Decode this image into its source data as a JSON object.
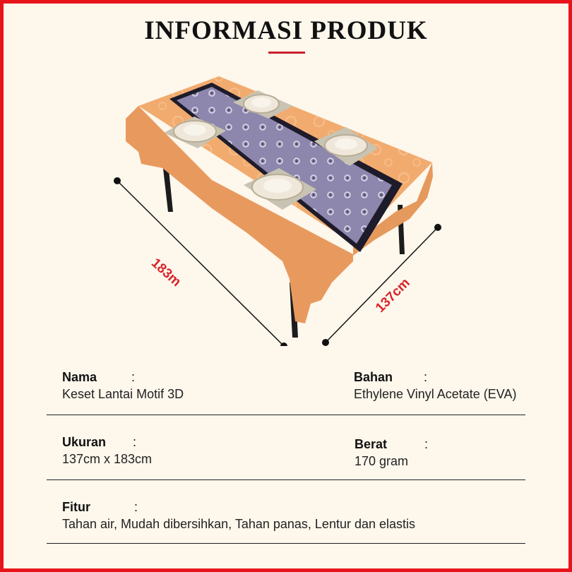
{
  "header": {
    "title": "INFORMASI PRODUK"
  },
  "dimensions": {
    "length": "183m",
    "width": "137cm"
  },
  "info": {
    "nama": {
      "key": "Nama",
      "colon": ":",
      "value": "Keset Lantai Motif 3D"
    },
    "bahan": {
      "key": "Bahan",
      "colon": ":",
      "value": "Ethylene Vinyl Acetate (EVA)"
    },
    "ukuran": {
      "key": "Ukuran",
      "colon": ":",
      "value": "137cm x 183cm"
    },
    "berat": {
      "key": "Berat",
      "colon": ":",
      "value": "170 gram"
    },
    "fitur": {
      "key": "Fitur",
      "colon": ":",
      "value": "Tahan air, Mudah dibersihkan, Tahan panas, Lentur dan elastis"
    }
  },
  "colors": {
    "border": "#e8141b",
    "accent": "#c8202a",
    "background": "#fdf7ec",
    "tablecloth": "#f2ab6e",
    "runner": "#8d86ad",
    "dimension_text": "#d9232a"
  }
}
